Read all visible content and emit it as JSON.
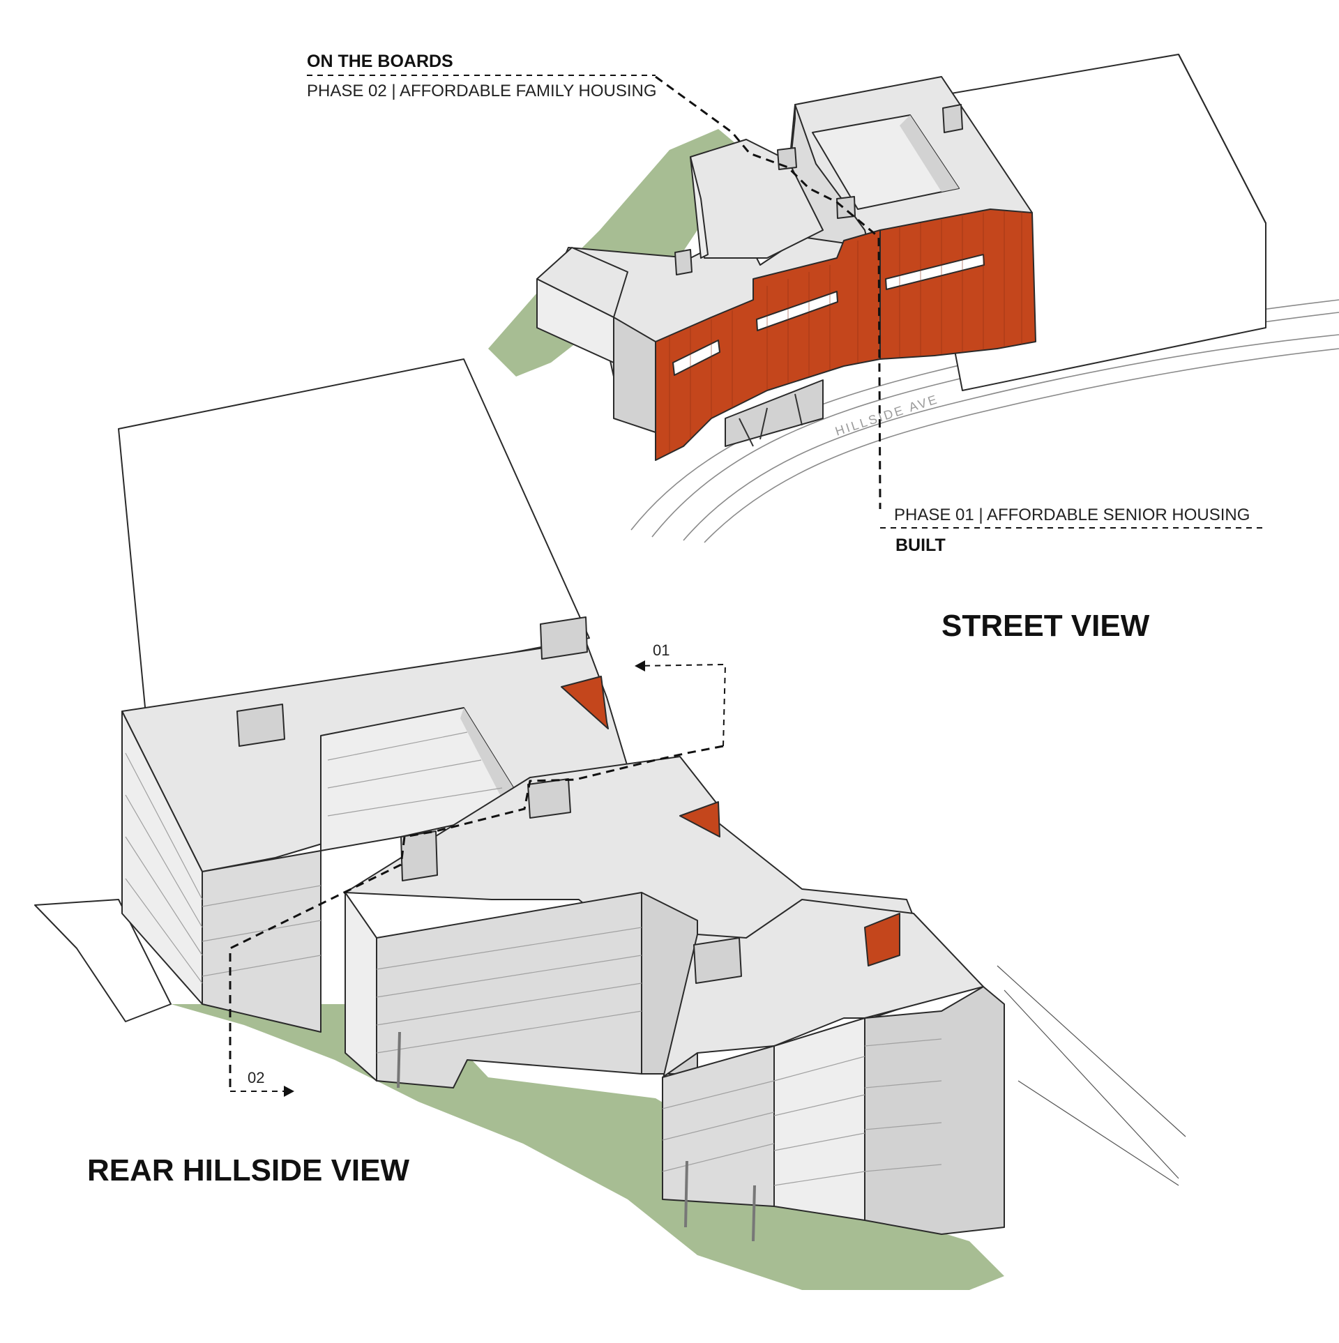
{
  "labels": {
    "on_the_boards": "ON THE BOARDS",
    "phase02": "PHASE 02 | AFFORDABLE FAMILY HOUSING",
    "phase01": "PHASE 01 | AFFORDABLE SENIOR HOUSING",
    "built": "BUILT",
    "street_view": "STREET VIEW",
    "rear_hillside_view": "REAR HILLSIDE VIEW",
    "street_name": "HILLSIDE AVE",
    "section_01": "01",
    "section_02": "02"
  },
  "colors": {
    "terracotta": "#c4461c",
    "hillside_green": "#a7bd93",
    "roof_grey": "#e7e7e7",
    "wall_grey": "#d2d2d2"
  }
}
